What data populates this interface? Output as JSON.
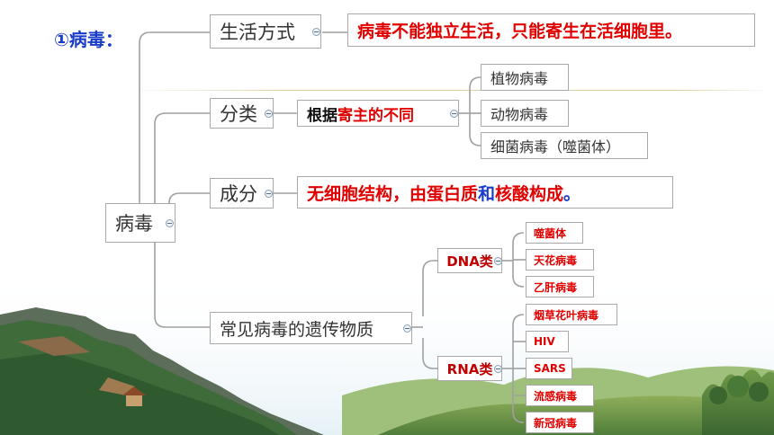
{
  "title": "①病毒：",
  "root": "病毒",
  "branches": {
    "lifestyle": {
      "label": "生活方式",
      "detail": "病毒不能独立生活，只能寄生在活细胞里。"
    },
    "classification": {
      "label": "分类",
      "basis": {
        "prefix": "根据",
        "highlight": "寄主的不同"
      },
      "items": [
        "植物病毒",
        "动物病毒",
        "细菌病毒（噬菌体）"
      ]
    },
    "composition": {
      "label": "成分",
      "detail": {
        "part1": "无细胞结构，由蛋白质",
        "conj": "和",
        "part2": "核酸构成",
        "end": "。"
      }
    },
    "genetic": {
      "label": "常见病毒的遗传物质",
      "dna": {
        "label": "DNA类",
        "items": [
          "噬菌体",
          "天花病毒",
          "乙肝病毒"
        ]
      },
      "rna": {
        "label": "RNA类",
        "items": [
          "烟草花叶病毒",
          "HIV",
          "SARS",
          "流感病毒",
          "新冠病毒"
        ]
      }
    }
  },
  "colors": {
    "title_blue": "#1a3cc8",
    "highlight_red": "#e00000",
    "connector": "#a0a0a0",
    "node_border": "#a9a9a9"
  }
}
